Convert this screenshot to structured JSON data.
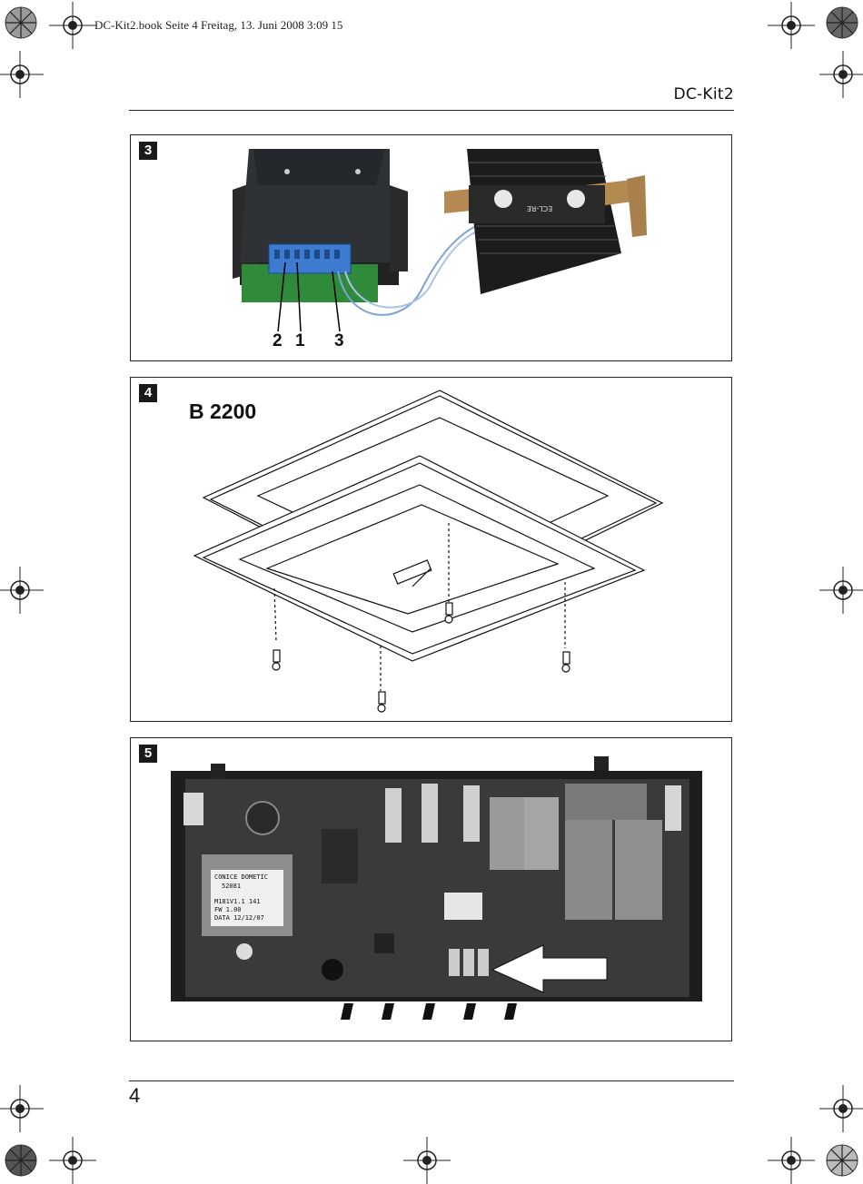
{
  "slug_line": "DC-Kit2.book  Seite 4  Freitag, 13. Juni 2008  3:09 15",
  "header": {
    "title": "DC-Kit2"
  },
  "figures": [
    {
      "number": "3",
      "callouts": [
        "2",
        "1",
        "3"
      ],
      "device_text": "ECL-RE"
    },
    {
      "number": "4",
      "model": "B 2200"
    },
    {
      "number": "5",
      "transformer_label": [
        "CONICE DOMETIC",
        "52081",
        "M181V1.1   141",
        "FW        1.00",
        "DATA  12/12/07"
      ]
    }
  ],
  "footer": {
    "page_number": "4"
  }
}
